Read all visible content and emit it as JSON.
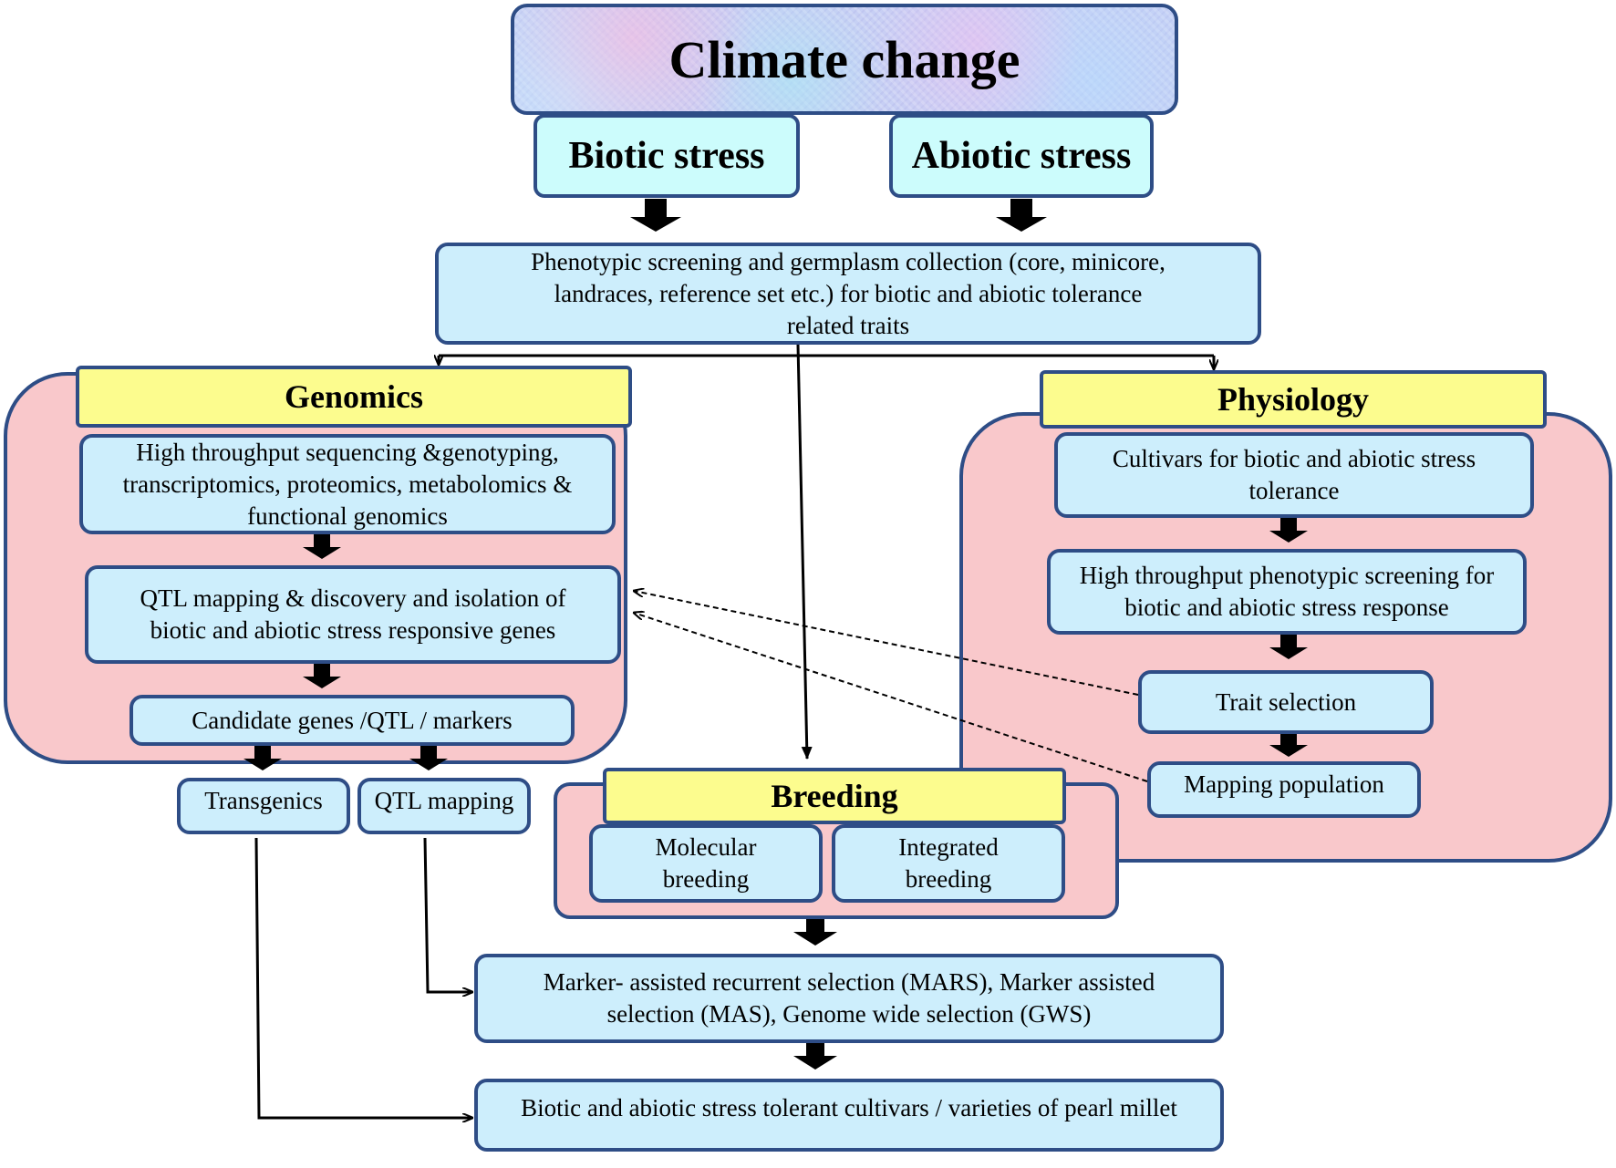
{
  "title": "Climate change",
  "stresses": {
    "biotic": "Biotic stress",
    "abiotic": "Abiotic stress"
  },
  "phenotypic": "Phenotypic screening and germplasm collection (core, minicore, landraces, reference set etc.) for biotic and abiotic tolerance related traits",
  "genomics": {
    "header": "Genomics",
    "sequencing": "High throughput sequencing &genotyping, transcriptomics, proteomics, metabolomics & functional genomics",
    "qtl_discovery": "QTL mapping & discovery and isolation of biotic and abiotic stress responsive genes",
    "candidates": "Candidate genes /QTL / markers",
    "transgenics": "Transgenics",
    "qtl_mapping": "QTL mapping"
  },
  "physiology": {
    "header": "Physiology",
    "cultivars": "Cultivars for biotic and abiotic stress tolerance",
    "phenotypic_screening": "High throughput phenotypic screening for biotic and abiotic stress response",
    "trait_selection": "Trait selection",
    "mapping_population": "Mapping population"
  },
  "breeding": {
    "header": "Breeding",
    "molecular": "Molecular breeding",
    "integrated": "Integrated breeding"
  },
  "mars": "Marker- assisted recurrent selection (MARS), Marker assisted selection (MAS), Genome wide selection (GWS)",
  "outcome": "Biotic and abiotic  stress tolerant cultivars / varieties of pearl millet",
  "colors": {
    "box_fill": "#cdeefc",
    "border": "#2e4d86",
    "region_fill": "#f9c8cb",
    "header_fill": "#fcfc8e",
    "stress_fill": "#ccfcfc"
  }
}
